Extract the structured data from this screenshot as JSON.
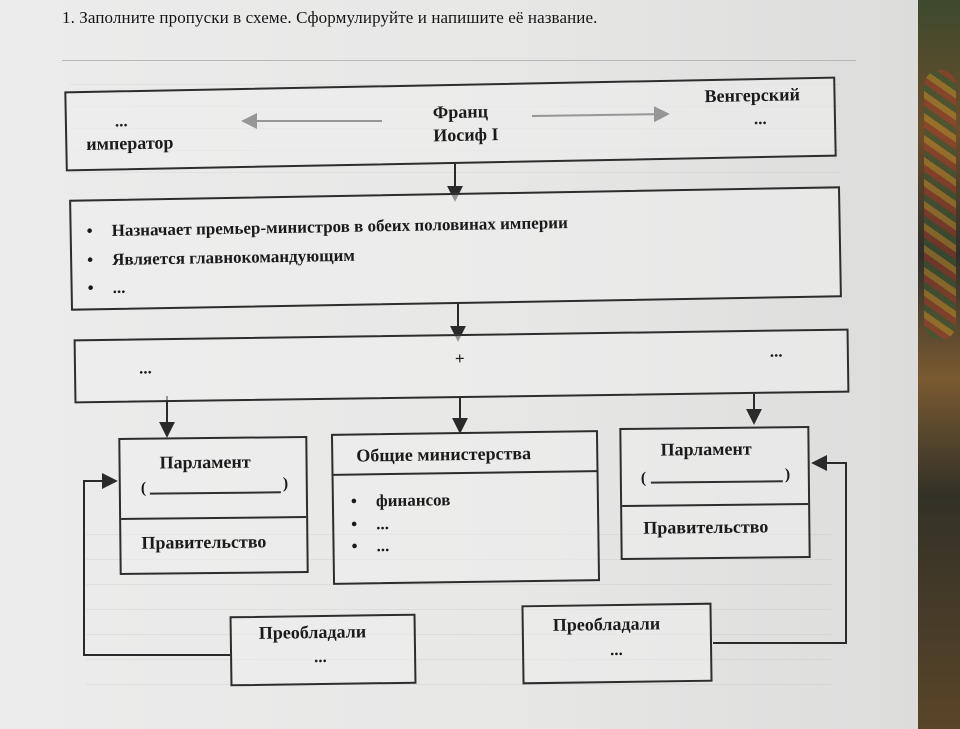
{
  "task": "1. Заполните пропуски в схеме. Сформулируйте и напишите её название.",
  "emperor_box": {
    "left_top": "...",
    "left_bottom": "император",
    "center_top": "Франц",
    "center_bottom": "Иосиф I",
    "right_top": "Венгерский",
    "right_bottom": "..."
  },
  "powers_box": {
    "items": [
      "Назначает премьер-министров в обеих половинах империи",
      "Является главнокомандующим",
      "..."
    ],
    "bullet": "•"
  },
  "union_box": {
    "left": "...",
    "center": "+",
    "right": "..."
  },
  "left_parliament_box": {
    "title": "Парламент",
    "paren_open": "(",
    "paren_close": ")",
    "government": "Правительство"
  },
  "common_ministries_box": {
    "title": "Общие министерства",
    "items": [
      "финансов",
      "...",
      "..."
    ],
    "bullet": "•"
  },
  "right_parliament_box": {
    "title": "Парламент",
    "paren_open": "(",
    "paren_close": ")",
    "government": "Правительство"
  },
  "left_prevailed_box": {
    "title": "Преобладали",
    "value": "..."
  },
  "right_prevailed_box": {
    "title": "Преобладали",
    "value": "..."
  }
}
